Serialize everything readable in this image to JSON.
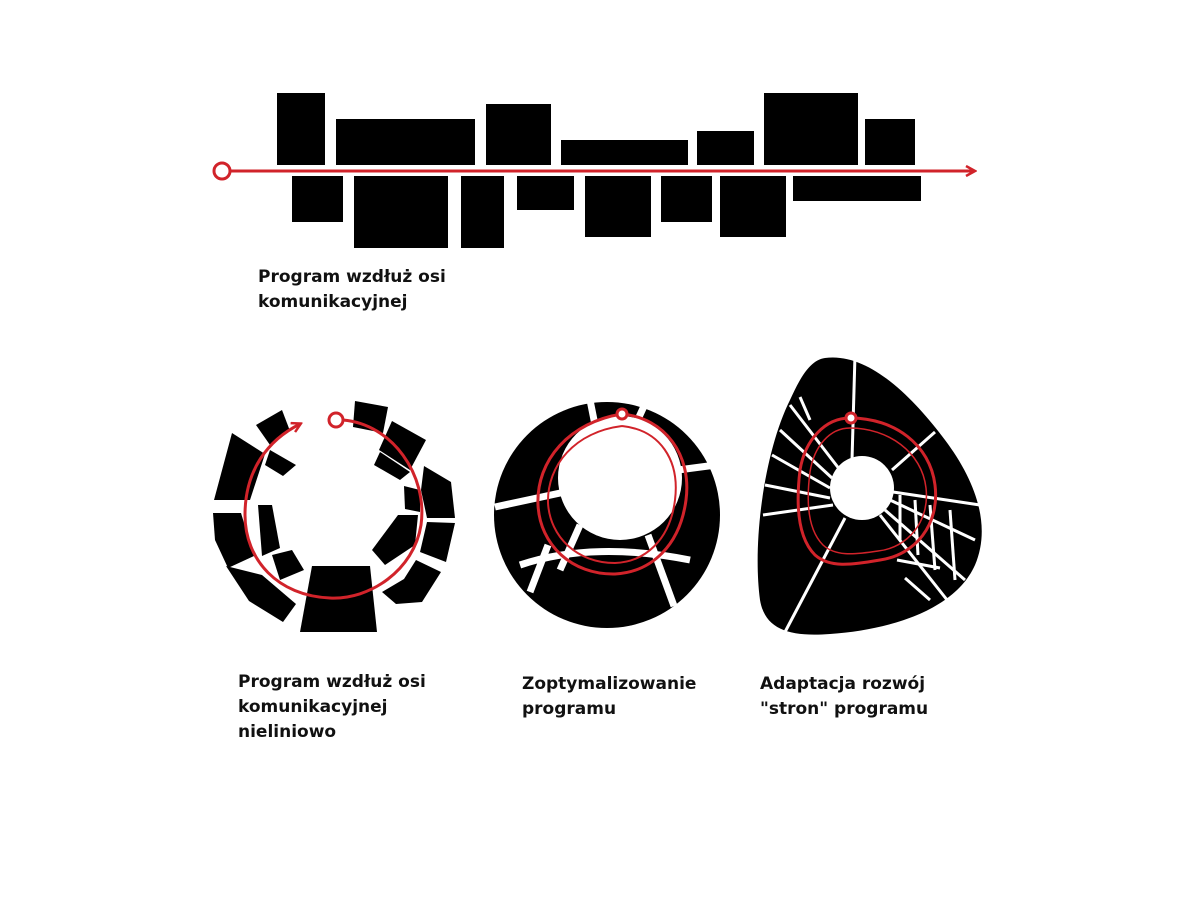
{
  "colors": {
    "block": "#000000",
    "axis": "#d1232a",
    "background": "#ffffff",
    "gap": "#ffffff"
  },
  "captions": {
    "linear": [
      "Program wzdłuż osi",
      "komunikacyjnej"
    ],
    "nonlinear": [
      "Program wzdłuż osi",
      "komunikacyjnej",
      "nieliniowo"
    ],
    "optimized": [
      "Zoptymalizowanie",
      "programu"
    ],
    "adaptation": [
      "Adaptacja rozwój",
      "\"stron\" programu"
    ]
  }
}
